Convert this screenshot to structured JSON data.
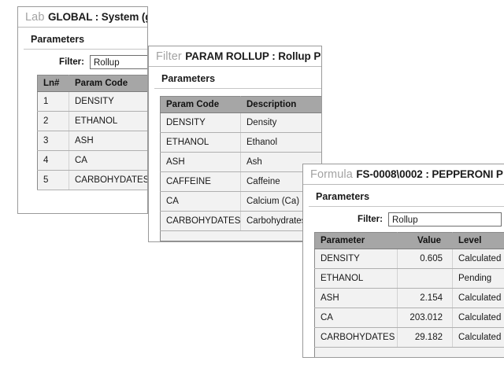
{
  "windows": [
    {
      "id": "lab",
      "kind": "Lab",
      "name": "GLOBAL : System (global)",
      "section": "Parameters",
      "filter": {
        "label": "Filter:",
        "value": "Rollup"
      },
      "table": {
        "columns": [
          "Ln#",
          "Param Code"
        ],
        "rows": [
          [
            "1",
            "DENSITY"
          ],
          [
            "2",
            "ETHANOL"
          ],
          [
            "3",
            "ASH"
          ],
          [
            "4",
            "CA"
          ],
          [
            "5",
            "CARBOHYDATES"
          ]
        ]
      }
    },
    {
      "id": "filter",
      "kind": "Filter",
      "name": "PARAM ROLLUP : Rollup P",
      "section": "Parameters",
      "table": {
        "columns": [
          "Param Code",
          "Description"
        ],
        "rows": [
          [
            "DENSITY",
            "Density"
          ],
          [
            "ETHANOL",
            "Ethanol"
          ],
          [
            "ASH",
            "Ash"
          ],
          [
            "CAFFEINE",
            "Caffeine"
          ],
          [
            "CA",
            "Calcium (Ca)"
          ],
          [
            "CARBOHYDATES",
            "Carbohydrates"
          ]
        ]
      }
    },
    {
      "id": "formula",
      "kind": "Formula",
      "name": "FS-0008\\0002 : PEPPERONI P",
      "section": "Parameters",
      "filter": {
        "label": "Filter:",
        "value": "Rollup"
      },
      "table": {
        "columns": [
          "Parameter",
          "Value",
          "Level"
        ],
        "rows": [
          [
            "DENSITY",
            "0.605",
            "Calculated"
          ],
          [
            "ETHANOL",
            "",
            "Pending"
          ],
          [
            "ASH",
            "2.154",
            "Calculated"
          ],
          [
            "CA",
            "203.012",
            "Calculated"
          ],
          [
            "CARBOHYDATES",
            "29.182",
            "Calculated"
          ]
        ]
      }
    }
  ],
  "colors": {
    "header_gray": "#a6a6a6",
    "row_gray": "#f2f2f2",
    "window_border": "#9a9a9a",
    "kind_label": "#a3a3a3"
  }
}
